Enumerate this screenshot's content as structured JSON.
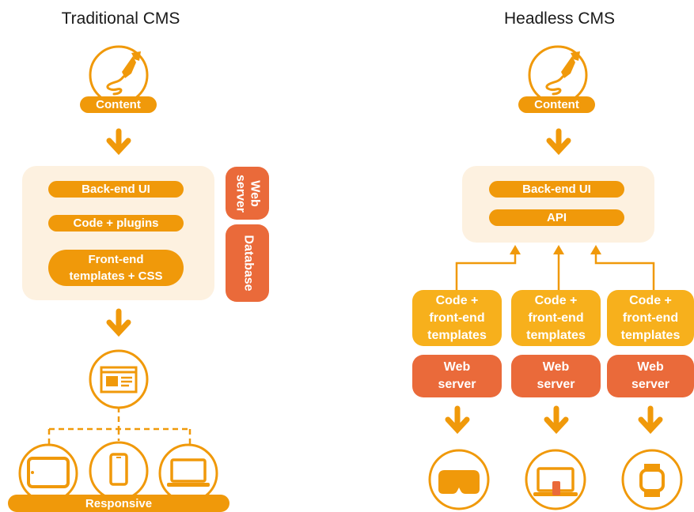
{
  "traditional": {
    "title": "Traditional CMS",
    "content_label": "Content",
    "backend_ui": "Back-end UI",
    "code_plugins": "Code + plugins",
    "frontend_line1": "Front-end",
    "frontend_line2": "templates + CSS",
    "web_server_line1": "Web",
    "web_server_line2": "server",
    "database": "Database",
    "responsive_label": "Responsive"
  },
  "headless": {
    "title": "Headless CMS",
    "content_label": "Content",
    "backend_ui": "Back-end UI",
    "api": "API",
    "code_line1": "Code +",
    "code_line2": "front-end",
    "code_line3": "templates",
    "web_line1": "Web",
    "web_line2": "server"
  },
  "icons": {
    "content": "pen-nib-icon",
    "website": "webpage-icon",
    "tablet": "tablet-icon",
    "phone": "smartphone-icon",
    "laptop": "laptop-icon",
    "vr": "vr-headset-icon",
    "laptop_phone": "laptop-phone-icon",
    "watch": "smartwatch-icon"
  },
  "colors": {
    "orange": "#f0990a",
    "yellow": "#f7b01c",
    "red": "#ea6a3a",
    "panel": "#fdf1e0"
  }
}
